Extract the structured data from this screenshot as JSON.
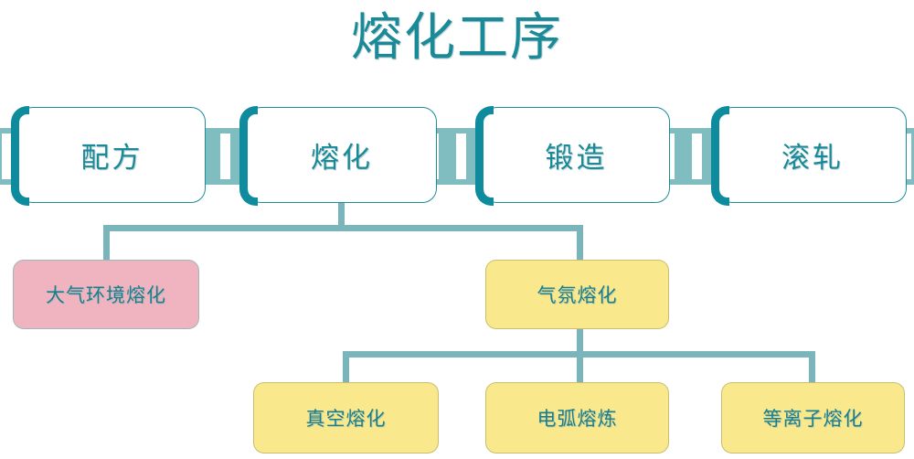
{
  "document": {
    "title": "熔化工序",
    "title_color": "#1A8A98",
    "background": "#FFFFFF"
  },
  "process_chain": {
    "connector_color": "#7FBDC1",
    "box_border_color": "#0E8C9E",
    "steps": [
      {
        "id": "step-formula",
        "label": "配方"
      },
      {
        "id": "step-melting",
        "label": "熔化"
      },
      {
        "id": "step-forging",
        "label": "锻造"
      },
      {
        "id": "step-rolling",
        "label": "滚轧"
      }
    ]
  },
  "tree": {
    "line_color": "#7AB5BB",
    "root_step": "熔化",
    "level_two": [
      {
        "id": "node-atmospheric",
        "label": "大气环境熔化",
        "fill": "#EFB4BF",
        "style": "pink"
      },
      {
        "id": "node-atmosphere",
        "label": "气氛熔化",
        "fill": "#FAE88C",
        "style": "yellow"
      }
    ],
    "level_three": [
      {
        "id": "node-vacuum",
        "label": "真空熔化",
        "fill": "#FAE88C",
        "style": "yellow"
      },
      {
        "id": "node-arc",
        "label": "电弧熔炼",
        "fill": "#FAE88C",
        "style": "yellow"
      },
      {
        "id": "node-plasma",
        "label": "等离子熔化",
        "fill": "#FAE88C",
        "style": "yellow"
      }
    ]
  }
}
